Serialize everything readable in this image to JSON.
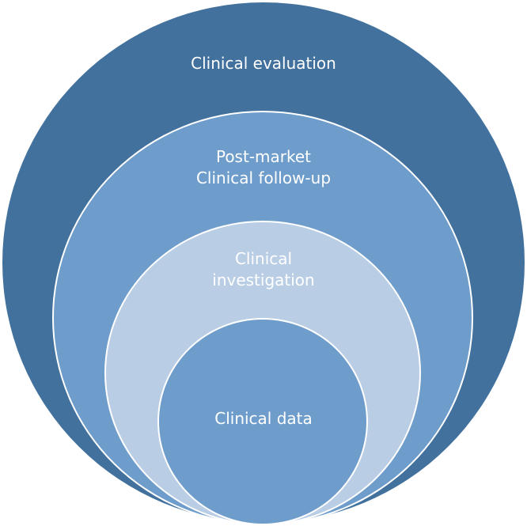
{
  "diagram": {
    "outer": {
      "label": "Clinical evaluation",
      "color": "#41719c"
    },
    "second": {
      "line1": "Post-market",
      "line2": "Clinical follow-up",
      "color": "#6f9dcb"
    },
    "third": {
      "line1": "Clinical",
      "line2": "investigation",
      "color": "#b9cde5"
    },
    "inner": {
      "label": "Clinical data",
      "color": "#6f9dcb"
    }
  }
}
